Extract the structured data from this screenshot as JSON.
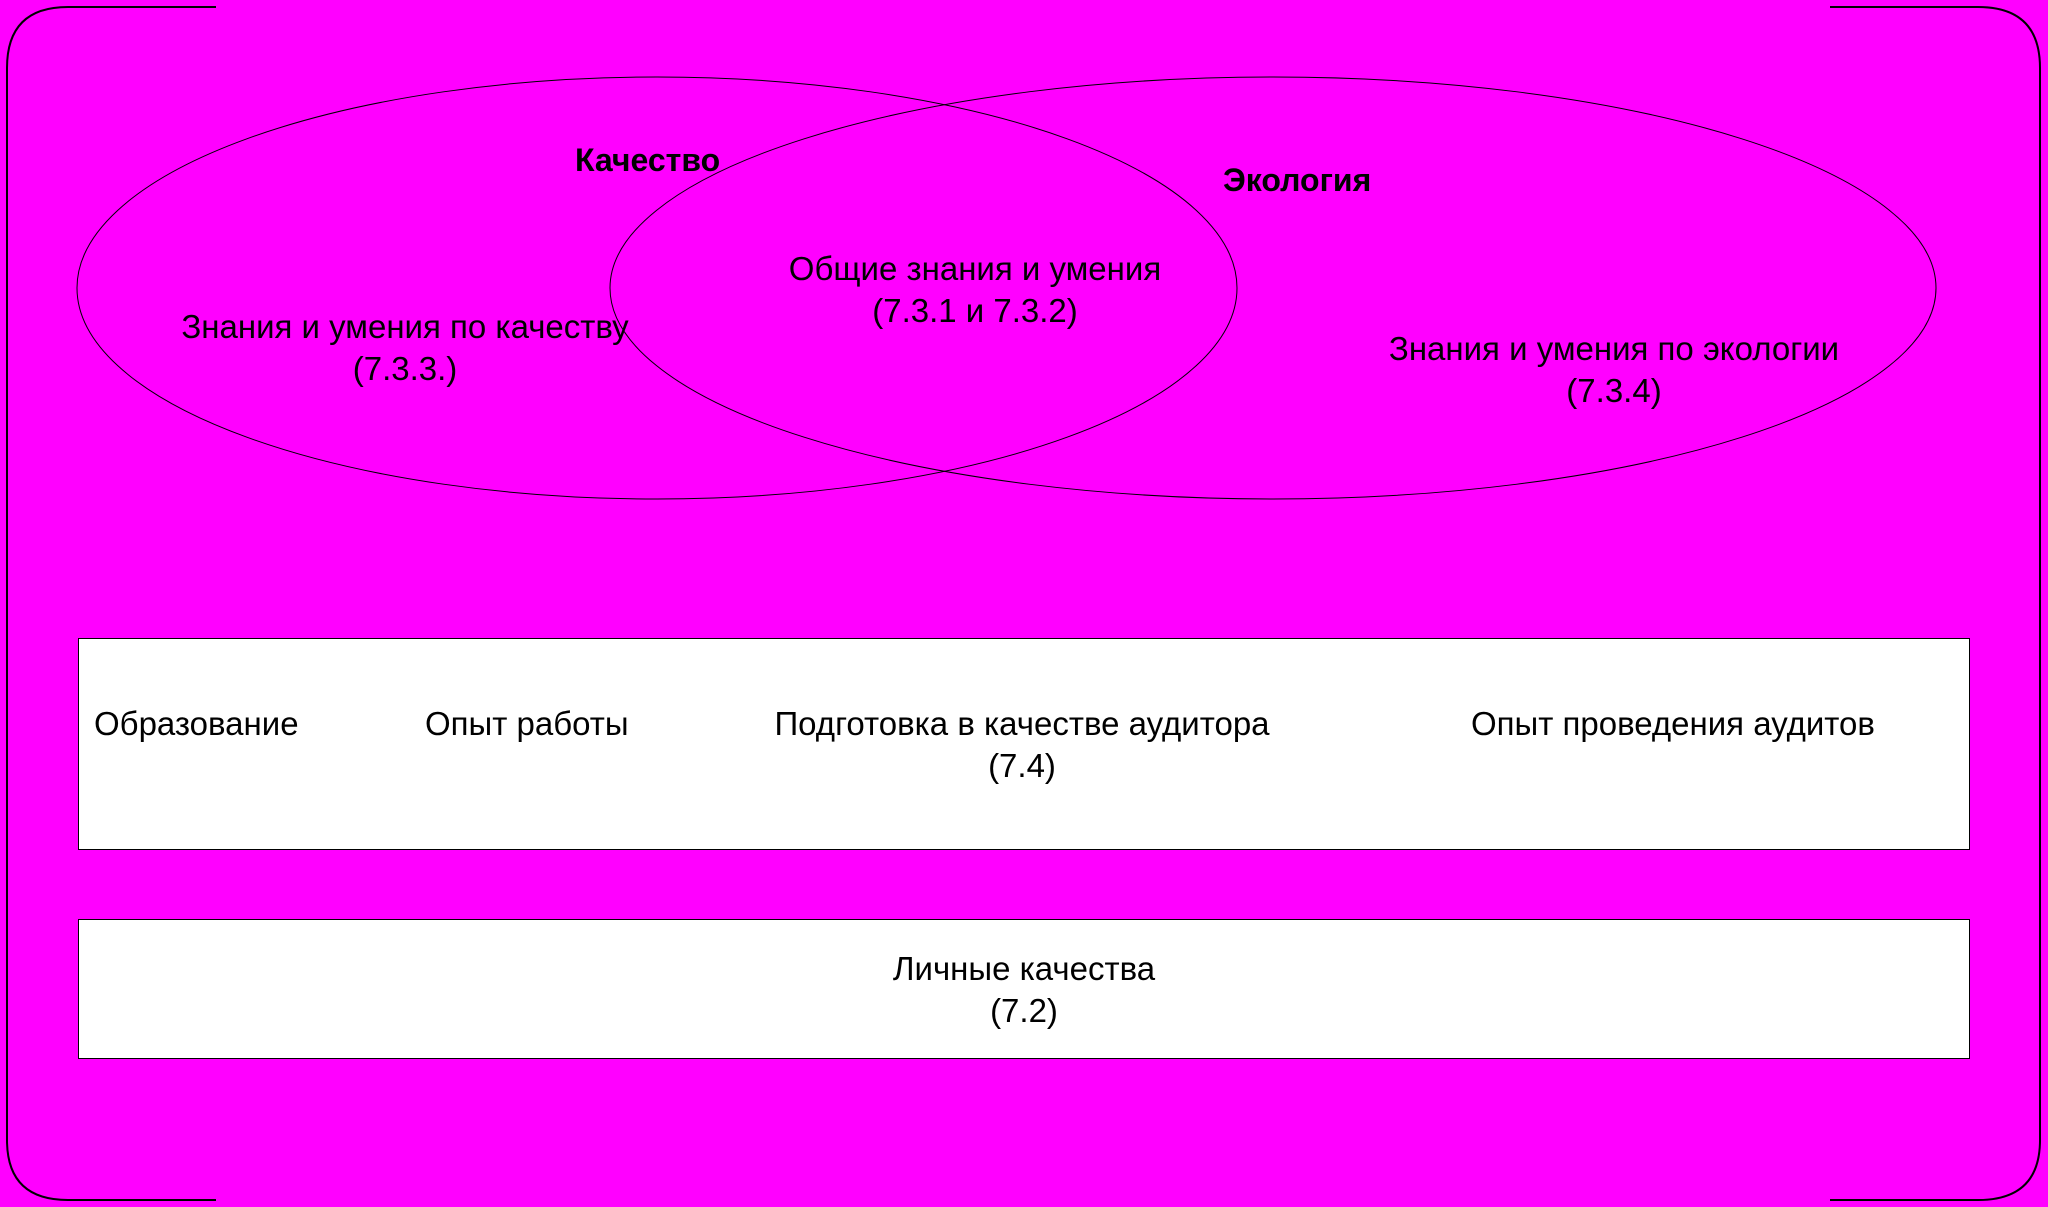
{
  "diagram": {
    "ellipses": {
      "quality": {
        "title": "Качество",
        "text_line1": "Знания и умения по качеству",
        "text_line2": "(7.3.3.)"
      },
      "ecology": {
        "title": "Экология",
        "text_line1": "Знания и умения по экологии",
        "text_line2": "(7.3.4)"
      },
      "common": {
        "text_line1": "Общие знания и умения",
        "text_line2": "(7.3.1 и 7.3.2)"
      }
    },
    "experience_box": {
      "education": "Образование",
      "work_experience": "Опыт работы",
      "auditor_training_line1": "Подготовка в качестве аудитора",
      "auditor_training_line2": "(7.4)",
      "audit_experience": "Опыт проведения аудитов"
    },
    "personal_box": {
      "line1": "Личные качества",
      "line2": "(7.2)"
    }
  },
  "colors": {
    "background": "#ff00ff",
    "box_fill": "#ffffff",
    "stroke": "#000000"
  }
}
